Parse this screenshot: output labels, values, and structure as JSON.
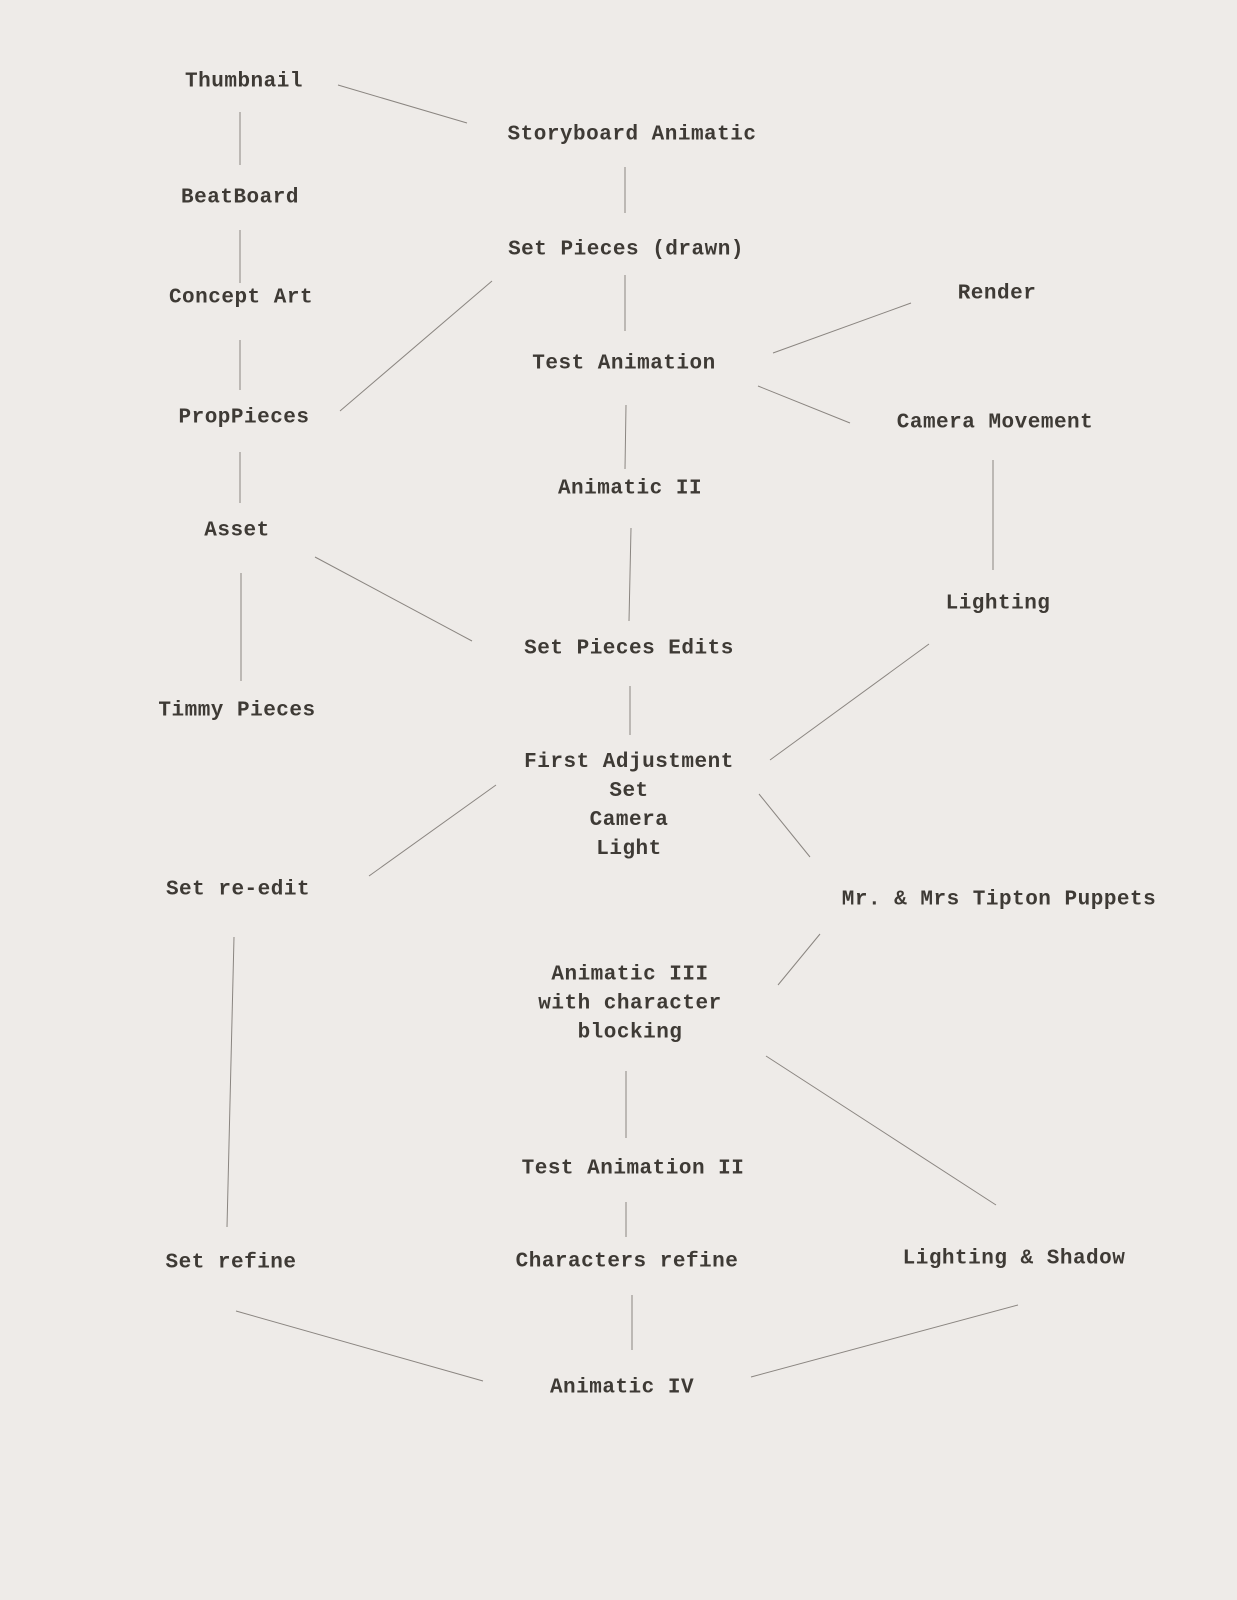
{
  "diagram": {
    "nodes": {
      "thumbnail": "Thumbnail",
      "storyboard_animatic": "Storyboard Animatic",
      "beatboard": "BeatBoard",
      "set_pieces_drawn": "Set Pieces (drawn)",
      "concept_art": "Concept Art",
      "render": "Render",
      "test_animation": "Test Animation",
      "proppieces": "PropPieces",
      "camera_movement": "Camera Movement",
      "animatic_ii": "Animatic II",
      "asset": "Asset",
      "lighting": "Lighting",
      "set_pieces_edits": "Set Pieces Edits",
      "timmy_pieces": "Timmy Pieces",
      "first_adjustment": "First Adjustment\nSet\nCamera\nLight",
      "set_re_edit": "Set re-edit",
      "mr_mrs_tipton_puppets": "Mr. & Mrs Tipton Puppets",
      "animatic_iii": "Animatic III\nwith character\nblocking",
      "test_animation_ii": "Test Animation II",
      "set_refine": "Set refine",
      "characters_refine": "Characters refine",
      "lighting_shadow": "Lighting & Shadow",
      "animatic_iv": "Animatic IV"
    },
    "edges": [
      [
        "thumbnail",
        "storyboard_animatic"
      ],
      [
        "thumbnail",
        "beatboard"
      ],
      [
        "beatboard",
        "concept_art"
      ],
      [
        "concept_art",
        "proppieces"
      ],
      [
        "proppieces",
        "asset"
      ],
      [
        "asset",
        "timmy_pieces"
      ],
      [
        "storyboard_animatic",
        "set_pieces_drawn"
      ],
      [
        "set_pieces_drawn",
        "test_animation"
      ],
      [
        "set_pieces_drawn",
        "proppieces"
      ],
      [
        "test_animation",
        "render"
      ],
      [
        "test_animation",
        "camera_movement"
      ],
      [
        "test_animation",
        "animatic_ii"
      ],
      [
        "camera_movement",
        "lighting"
      ],
      [
        "animatic_ii",
        "set_pieces_edits"
      ],
      [
        "asset",
        "set_pieces_edits"
      ],
      [
        "set_pieces_edits",
        "first_adjustment"
      ],
      [
        "lighting",
        "first_adjustment"
      ],
      [
        "first_adjustment",
        "set_re_edit"
      ],
      [
        "first_adjustment",
        "mr_mrs_tipton_puppets"
      ],
      [
        "mr_mrs_tipton_puppets",
        "animatic_iii"
      ],
      [
        "animatic_iii",
        "test_animation_ii"
      ],
      [
        "animatic_iii",
        "lighting_shadow"
      ],
      [
        "test_animation_ii",
        "characters_refine"
      ],
      [
        "set_re_edit",
        "set_refine"
      ],
      [
        "set_refine",
        "animatic_iv"
      ],
      [
        "characters_refine",
        "animatic_iv"
      ],
      [
        "lighting_shadow",
        "animatic_iv"
      ]
    ]
  }
}
